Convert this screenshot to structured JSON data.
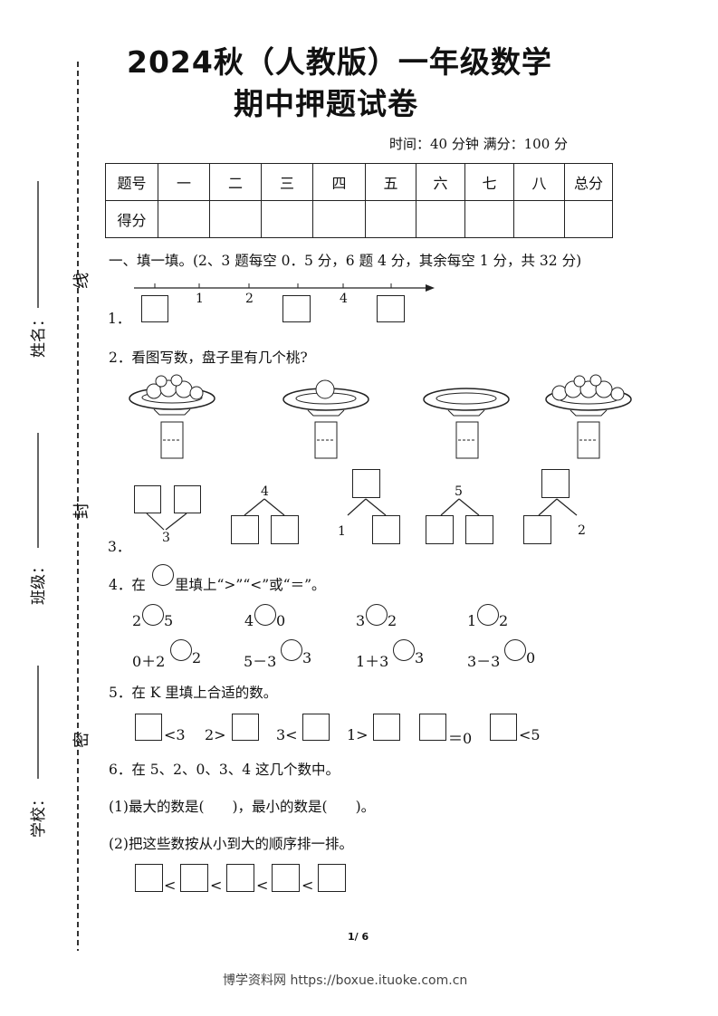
{
  "title_line1": "2024秋（人教版）一年级数学",
  "title_line2": "期中押题试卷",
  "meta": "时间：40 分钟   满分：100 分",
  "score_table": {
    "header": [
      "题号",
      "一",
      "二",
      "三",
      "四",
      "五",
      "六",
      "七",
      "八",
      "总分"
    ],
    "row_label": "得分"
  },
  "sidebar": {
    "name": "姓名：",
    "class": "班级：",
    "school": "学校：",
    "seal_chars": [
      "线",
      "封",
      "密"
    ]
  },
  "section1": "一、填一填。(2、3 题每空 0．5 分，6 题 4 分，其余每空 1 分，共 32 分)",
  "q1": {
    "num": "1．",
    "ticks": [
      "1",
      "2",
      "4"
    ]
  },
  "q2": {
    "text": "2．看图写数，盘子里有几个桃?"
  },
  "q3": {
    "num": "3．",
    "labels": [
      "3",
      "4",
      "1",
      "5",
      "2"
    ]
  },
  "q4": {
    "pre": "4．在",
    "post": "里填上“>”“<”或“＝”。",
    "row1": [
      [
        "2",
        "5"
      ],
      [
        "4",
        "0"
      ],
      [
        "3",
        "2"
      ],
      [
        "1",
        "2"
      ]
    ],
    "row2": [
      [
        "0＋2",
        "2"
      ],
      [
        "5－3",
        "3"
      ],
      [
        "1＋3",
        "3"
      ],
      [
        "3－3",
        "0"
      ]
    ]
  },
  "q5": {
    "text": "5．在 K 里填上合适的数。",
    "items": [
      "<3",
      "2>",
      "3<",
      "1>",
      "＝0",
      "<5"
    ]
  },
  "q6": {
    "text": "6．在 5、2、0、3、4 这几个数中。",
    "p1": "(1)最大的数是(　　)，最小的数是(　　)。",
    "p2": "(2)把这些数按从小到大的顺序排一排。",
    "lt": "<"
  },
  "page_number": "1/ 6",
  "footer": "博学资料网 https://boxue.ituoke.com.cn"
}
